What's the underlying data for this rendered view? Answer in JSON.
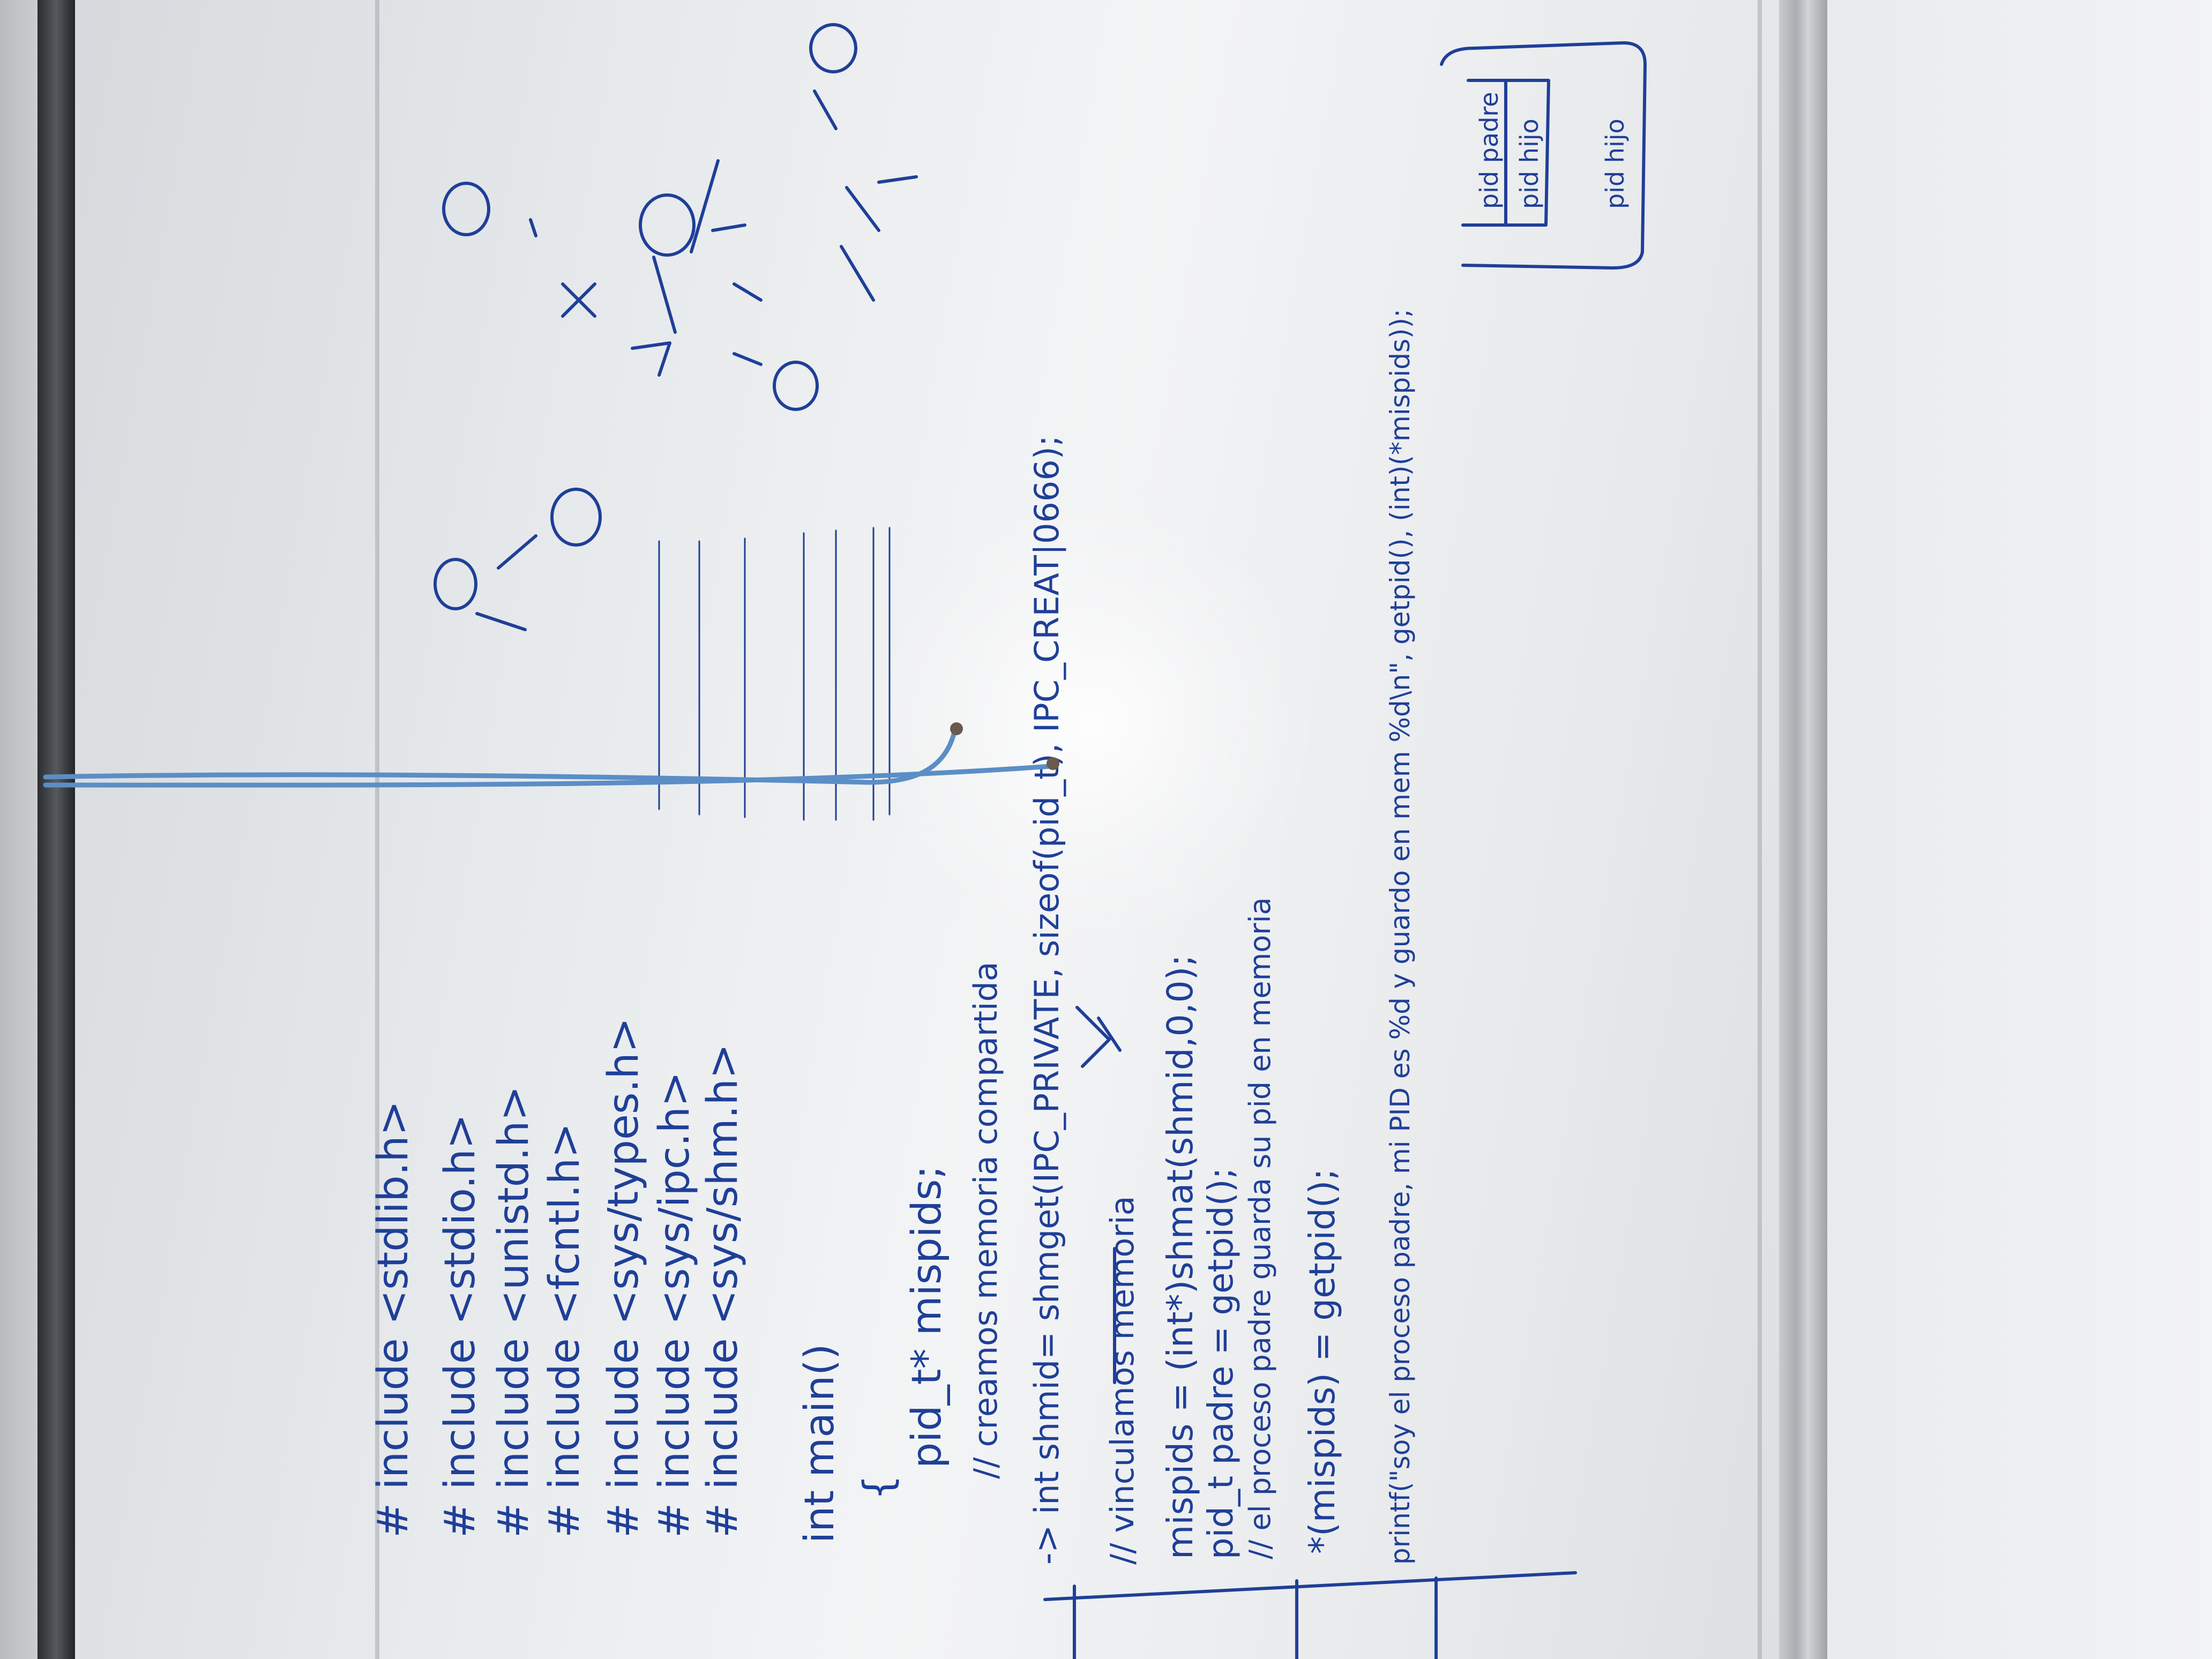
{
  "scene": "whiteboard photo (rotated 90 degrees)",
  "includes": [
    "# include <stdlib.h>",
    "# include <stdio.h>",
    "# include <unistd.h>",
    "# include <fcntl.h>",
    "# include <sys/types.h>",
    "# include <sys/ipc.h>",
    "# include <sys/shm.h>"
  ],
  "code": [
    "int main()",
    "{",
    "pid_t* mispids;",
    "// creamos memoria compartida",
    "-> int shmid= shmget(IPC_PRIVATE, sizeof(pid_t), IPC_CREAT|0666);",
    "// vinculamos memoria",
    "mispids = (int*)shmat(shmid,0,0);",
    "pid_t padre = getpid();",
    "// el proceso padre guarda su pid en memoria",
    "*(mispids) = getpid();",
    "printf(\"soy el proceso padre, mi PID es %d y guardo en mem %d\\n\", getpid(), (int)(*mispids));"
  ],
  "table_box": [
    "pid padre",
    "pid hijo",
    "pid hijo"
  ],
  "ink_color": "#1f3f98"
}
